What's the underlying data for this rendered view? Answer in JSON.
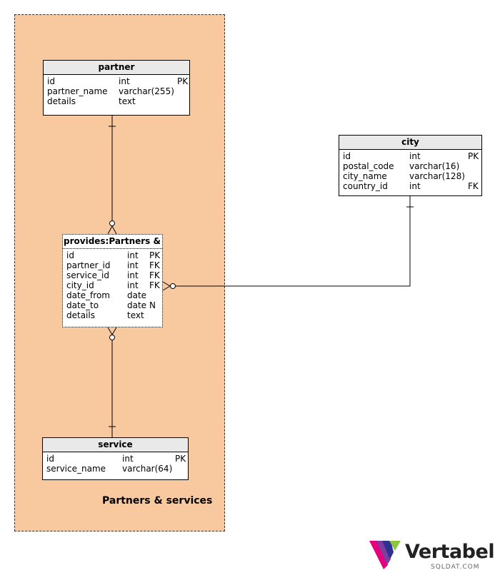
{
  "area": {
    "label": "Partners & services"
  },
  "tables": {
    "partner": {
      "name": "partner",
      "columns": [
        {
          "name": "id",
          "type": "int",
          "key": "PK"
        },
        {
          "name": "partner_name",
          "type": "varchar(255)",
          "key": ""
        },
        {
          "name": "details",
          "type": "text",
          "key": ""
        }
      ]
    },
    "provides": {
      "name": "provides:Partners &",
      "columns": [
        {
          "name": "id",
          "type": "int",
          "key": "PK"
        },
        {
          "name": "partner_id",
          "type": "int",
          "key": "FK"
        },
        {
          "name": "service_id",
          "type": "int",
          "key": "FK"
        },
        {
          "name": "city_id",
          "type": "int",
          "key": "FK"
        },
        {
          "name": "date_from",
          "type": "date",
          "key": ""
        },
        {
          "name": "date_to",
          "type": "date",
          "key": "N"
        },
        {
          "name": "details",
          "type": "text",
          "key": ""
        }
      ]
    },
    "service": {
      "name": "service",
      "columns": [
        {
          "name": "id",
          "type": "int",
          "key": "PK"
        },
        {
          "name": "service_name",
          "type": "varchar(64)",
          "key": ""
        }
      ]
    },
    "city": {
      "name": "city",
      "columns": [
        {
          "name": "id",
          "type": "int",
          "key": "PK"
        },
        {
          "name": "postal_code",
          "type": "varchar(16)",
          "key": ""
        },
        {
          "name": "city_name",
          "type": "varchar(128)",
          "key": ""
        },
        {
          "name": "country_id",
          "type": "int",
          "key": "FK"
        }
      ]
    }
  },
  "logo": {
    "name": "Vertabelo",
    "sub": "SQLDAT.COM",
    "colors": [
      "#e6007e",
      "#7b3fa0",
      "#2e3192",
      "#8dc63f"
    ]
  }
}
